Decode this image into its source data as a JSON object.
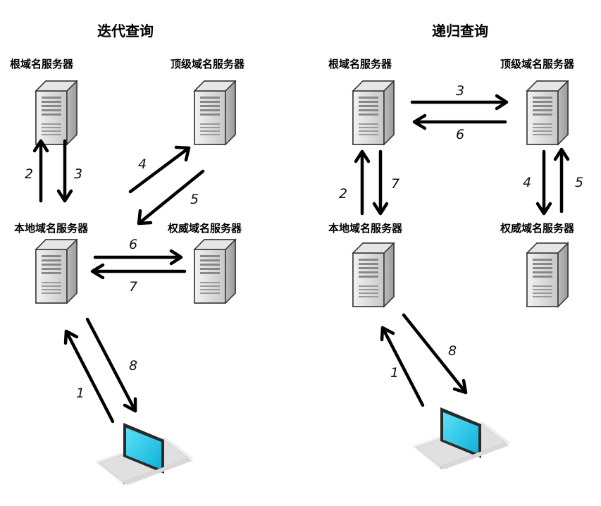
{
  "iterative": {
    "title": "迭代查询",
    "root_label": "根域名服务器",
    "tld_label": "顶级域名服务器",
    "local_label": "本地域名服务器",
    "auth_label": "权威域名服务器",
    "steps": [
      "1",
      "2",
      "3",
      "4",
      "5",
      "6",
      "7",
      "8"
    ]
  },
  "recursive": {
    "title": "递归查询",
    "root_label": "根域名服务器",
    "tld_label": "顶级域名服务器",
    "local_label": "本地域名服务器",
    "auth_label": "权威域名服务器",
    "steps": [
      "1",
      "2",
      "3",
      "4",
      "5",
      "6",
      "7",
      "8"
    ]
  },
  "icons": {
    "server": "server-tower-icon",
    "laptop": "laptop-icon"
  },
  "colors": {
    "screen": "#22c3e6",
    "server_body": "#d9d9d9",
    "arrow": "#000000"
  }
}
